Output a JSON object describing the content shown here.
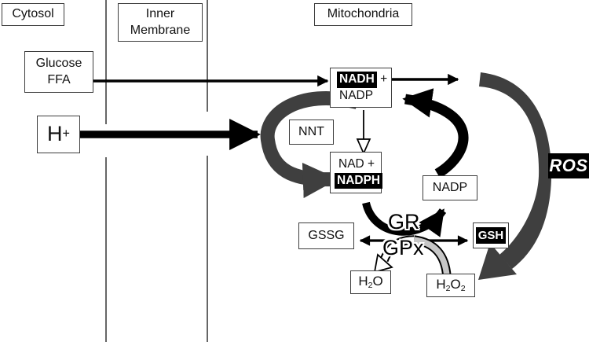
{
  "regions": {
    "cytosol": "Cytosol",
    "inner_membrane": {
      "line1": "Inner",
      "line2": "Membrane"
    },
    "mitochondria": "Mitochondria"
  },
  "nodes": {
    "glucose_ffa": {
      "line1": "Glucose",
      "line2": "FFA"
    },
    "h_plus": {
      "base": "H",
      "sup": "+"
    },
    "nadh_nadp": {
      "highlight": "NADH",
      "suffix": " +",
      "line2": "NADP"
    },
    "nnt": "NNT",
    "nad_nadph": {
      "line1": "NAD +",
      "highlight": "NADPH"
    },
    "nadp": "NADP",
    "gssg": "GSSG",
    "gsh": "GSH",
    "h2o": {
      "p1": "H",
      "sub1": "2",
      "p2": "O"
    },
    "h2o2": {
      "p1": "H",
      "sub1": "2",
      "p2": "O",
      "sub2": "2"
    },
    "ros": "ROS"
  },
  "enzymes": {
    "gr": "GR",
    "gpx": "GPx"
  },
  "colors": {
    "dark_gray_arrow": "#3f3f3f",
    "black_arrow": "#000000",
    "light_gray_arc": "#c7c7c7",
    "membrane_line": "#555555",
    "highlight_bg": "#000000",
    "highlight_text": "#ffffff"
  }
}
